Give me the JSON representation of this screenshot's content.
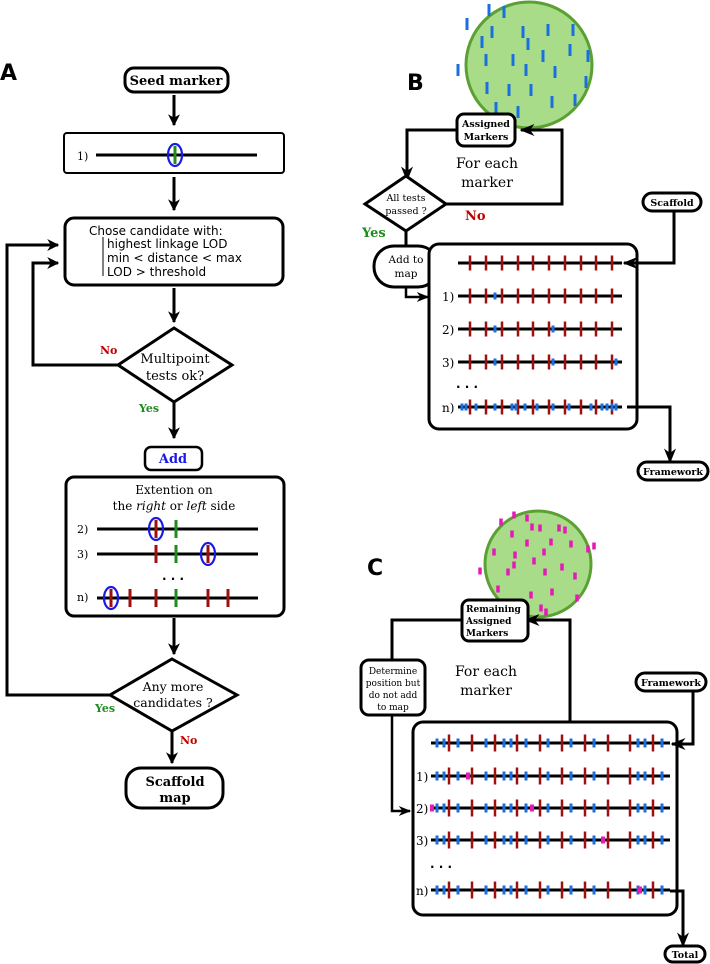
{
  "colors": {
    "line": "#000000",
    "red_marker": "#a00f0f",
    "green_marker": "#1e8c1e",
    "blue_marker": "#1a6fe0",
    "pink_marker": "#e619b8",
    "circle_ring": "#1a1ae6",
    "pool_fill": "#a8dc88",
    "pool_stroke": "#5aa032",
    "yes": "#1e8c1e",
    "no": "#c00000",
    "add": "#1a1ae6"
  },
  "panelA": {
    "label": "A",
    "seed": "Seed marker",
    "step1": "1)",
    "choose_title": "Chose candidate with:",
    "choose_criteria": [
      "highest linkage LOD",
      "min < distance < max",
      "LOD > threshold"
    ],
    "multipoint": [
      "Multipoint",
      "tests ok?"
    ],
    "no1": "No",
    "yes1": "Yes",
    "add": "Add",
    "extension_line1": "Extention on",
    "extension_line2_parts": [
      "the ",
      "right",
      " or ",
      "left",
      " side"
    ],
    "rows": [
      "2)",
      "3)",
      "n)"
    ],
    "ellipsis": ". . .",
    "more": [
      "Any more",
      "candidates ?"
    ],
    "yes2": "Yes",
    "no2": "No",
    "end": [
      "Scaffold",
      "map"
    ]
  },
  "panelB": {
    "label": "B",
    "assigned": [
      "Assigned",
      "Markers"
    ],
    "for_each": [
      "For each",
      "marker"
    ],
    "tests": [
      "All tests",
      "passed ?"
    ],
    "yes": "Yes",
    "no": "No",
    "add_to_map": [
      "Add to",
      "map"
    ],
    "scaffold": "Scaffold",
    "rows": [
      "",
      "1)",
      "2)",
      "3)",
      "n)"
    ],
    "ellipsis": ". . .",
    "framework": "Framework"
  },
  "panelC": {
    "label": "C",
    "remaining": [
      "Remaining",
      "Assigned",
      "Markers"
    ],
    "for_each": [
      "For each",
      "marker"
    ],
    "determine": [
      "Determine",
      "position but",
      "do not add",
      "to map"
    ],
    "framework": "Framework",
    "rows": [
      "",
      "1)",
      "2)",
      "3)",
      "n)"
    ],
    "ellipsis": ". . .",
    "total": "Total"
  }
}
